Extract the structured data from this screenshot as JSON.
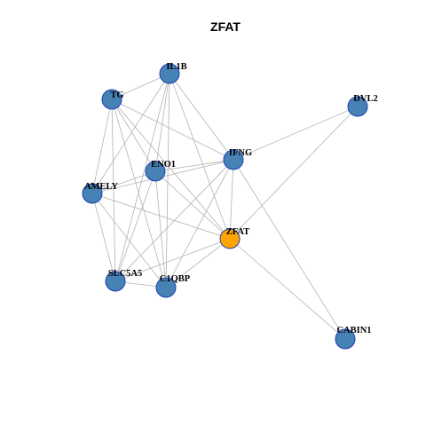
{
  "title": "ZFAT",
  "colors": {
    "node_fill": "#4682b4",
    "node_stroke": "#1f3fb5",
    "focus_fill": "#ffa500",
    "edge": "#b3b3b3"
  },
  "nodes": [
    {
      "id": "IL1B",
      "label": "IL1B",
      "focus": false
    },
    {
      "id": "TG",
      "label": "TG",
      "focus": false
    },
    {
      "id": "DVL2",
      "label": "DVL2",
      "focus": false
    },
    {
      "id": "IFNG",
      "label": "IFNG",
      "focus": false
    },
    {
      "id": "ENO1",
      "label": "ENO1",
      "focus": false
    },
    {
      "id": "AMELY",
      "label": "AMELY",
      "focus": false
    },
    {
      "id": "ZFAT",
      "label": "ZFAT",
      "focus": true
    },
    {
      "id": "SLC5A5",
      "label": "SLC5A5",
      "focus": false
    },
    {
      "id": "C1QBP",
      "label": "C1QBP",
      "focus": false
    },
    {
      "id": "CABIN1",
      "label": "CABIN1",
      "focus": false
    }
  ],
  "edges": [
    [
      "IL1B",
      "TG"
    ],
    [
      "IL1B",
      "AMELY"
    ],
    [
      "IL1B",
      "ENO1"
    ],
    [
      "IL1B",
      "IFNG"
    ],
    [
      "IL1B",
      "ZFAT"
    ],
    [
      "IL1B",
      "SLC5A5"
    ],
    [
      "IL1B",
      "C1QBP"
    ],
    [
      "TG",
      "AMELY"
    ],
    [
      "TG",
      "ENO1"
    ],
    [
      "TG",
      "IFNG"
    ],
    [
      "TG",
      "ZFAT"
    ],
    [
      "TG",
      "SLC5A5"
    ],
    [
      "TG",
      "C1QBP"
    ],
    [
      "DVL2",
      "IFNG"
    ],
    [
      "DVL2",
      "ZFAT"
    ],
    [
      "IFNG",
      "ENO1"
    ],
    [
      "IFNG",
      "AMELY"
    ],
    [
      "IFNG",
      "ZFAT"
    ],
    [
      "IFNG",
      "SLC5A5"
    ],
    [
      "IFNG",
      "C1QBP"
    ],
    [
      "IFNG",
      "CABIN1"
    ],
    [
      "ENO1",
      "AMELY"
    ],
    [
      "ENO1",
      "ZFAT"
    ],
    [
      "ENO1",
      "SLC5A5"
    ],
    [
      "ENO1",
      "C1QBP"
    ],
    [
      "AMELY",
      "ZFAT"
    ],
    [
      "AMELY",
      "SLC5A5"
    ],
    [
      "AMELY",
      "C1QBP"
    ],
    [
      "ZFAT",
      "SLC5A5"
    ],
    [
      "ZFAT",
      "C1QBP"
    ],
    [
      "ZFAT",
      "CABIN1"
    ],
    [
      "SLC5A5",
      "C1QBP"
    ]
  ]
}
